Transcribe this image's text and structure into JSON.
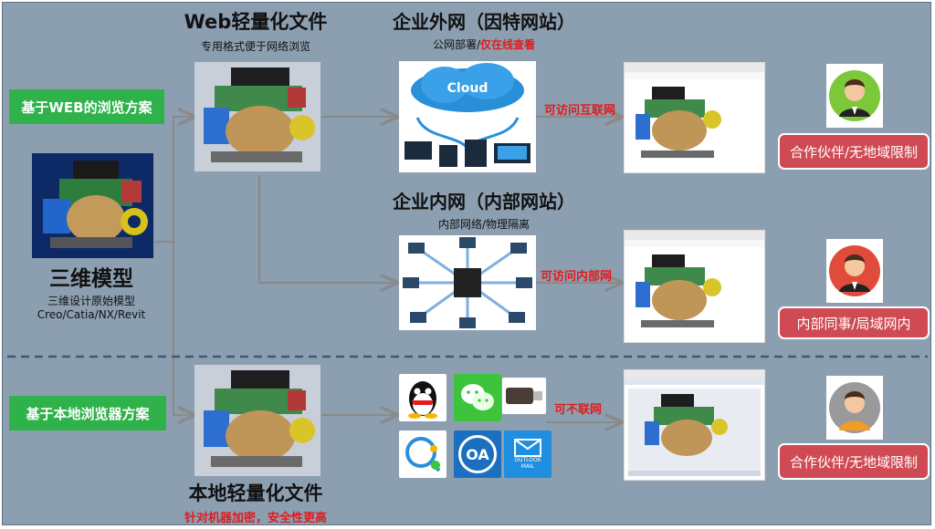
{
  "labels": {
    "web_scheme": "基于WEB的浏览方案",
    "local_scheme": "基于本地浏览器方案"
  },
  "model": {
    "title": "三维模型",
    "desc1": "三维设计原始模型",
    "desc2": "Creo/Catia/NX/Revit"
  },
  "web_file": {
    "title": "Web轻量化文件",
    "subtitle": "专用格式便于网络浏览"
  },
  "local_file": {
    "title": "本地轻量化文件",
    "subtitle": "针对机器加密，安全性更高"
  },
  "extranet": {
    "title": "企业外网（因特网站）",
    "subtitle_plain": "公网部署/",
    "subtitle_red": "仅在线查看",
    "cloud_label": "Cloud",
    "access_label": "可访问互联网"
  },
  "intranet": {
    "title": "企业内网（内部网站）",
    "subtitle": "内部网络/物理隔离",
    "access_label": "可访问内部网"
  },
  "offline": {
    "access_label": "可不联网",
    "app_oa": "OA",
    "app_outlook": "OUTLOOK\nMAIL"
  },
  "badges": {
    "partner_web": "合作伙伴/无地域限制",
    "internal": "内部同事/局域网内",
    "partner_local": "合作伙伴/无地域限制"
  },
  "colors": {
    "background": "#8c9fb1",
    "green_label": "#2fb24a",
    "red_badge": "#cf4a52",
    "highlight_red": "#e21b1b",
    "avatar_green": "#7dc83a",
    "avatar_red": "#e04b3b",
    "avatar_orange": "#f29b25"
  }
}
